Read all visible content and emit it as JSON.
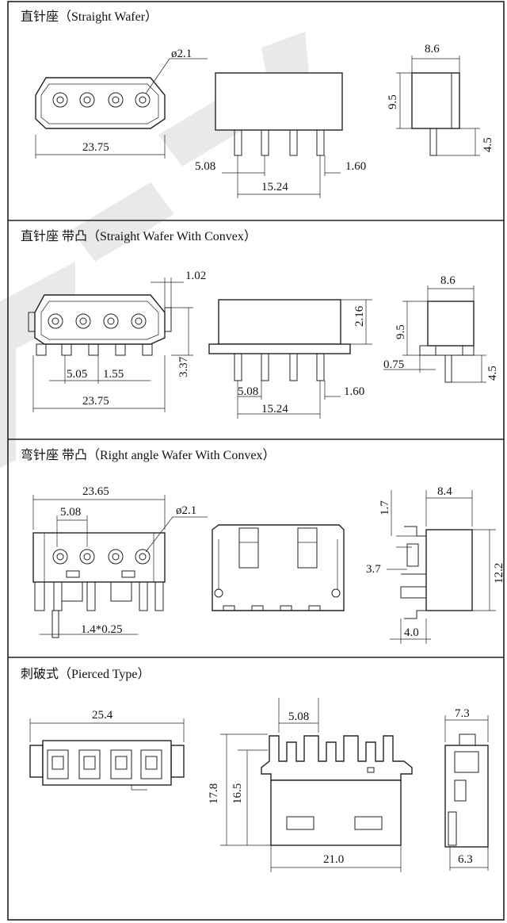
{
  "sections": [
    {
      "title": "直针座（Straight Wafer）",
      "labels": {
        "diameter": "ø2.1",
        "width": "23.75",
        "pitch": "5.08",
        "pin": "1.60",
        "span": "15.24",
        "depth": "8.6",
        "height": "9.5",
        "pin_len": "4.5"
      }
    },
    {
      "title": "直针座 带凸（Straight Wafer With Convex）",
      "labels": {
        "convex": "1.02",
        "pitch_a": "5.05",
        "pitch_b": "1.55",
        "width": "23.75",
        "height_side": "3.37",
        "height_top": "2.16",
        "pitch": "5.08",
        "pin": "1.60",
        "span": "15.24",
        "depth": "8.6",
        "height": "9.5",
        "offset": "0.75",
        "pin_len": "4.5"
      }
    },
    {
      "title": "弯针座 带凸（Right angle Wafer With Convex）",
      "labels": {
        "width": "23.65",
        "pitch": "5.08",
        "diameter": "ø2.1",
        "tolerance": "1.4*0.25",
        "depth": "8.4",
        "lock": "1.7",
        "height": "12.2",
        "offset": "3.7",
        "pin": "4.0"
      }
    },
    {
      "title": "刺破式（Pierced Type）",
      "labels": {
        "width": "25.4",
        "pitch": "5.08",
        "height_total": "17.8",
        "height_body": "16.5",
        "base": "21.0",
        "depth_top": "7.3",
        "depth_base": "6.3"
      }
    }
  ]
}
